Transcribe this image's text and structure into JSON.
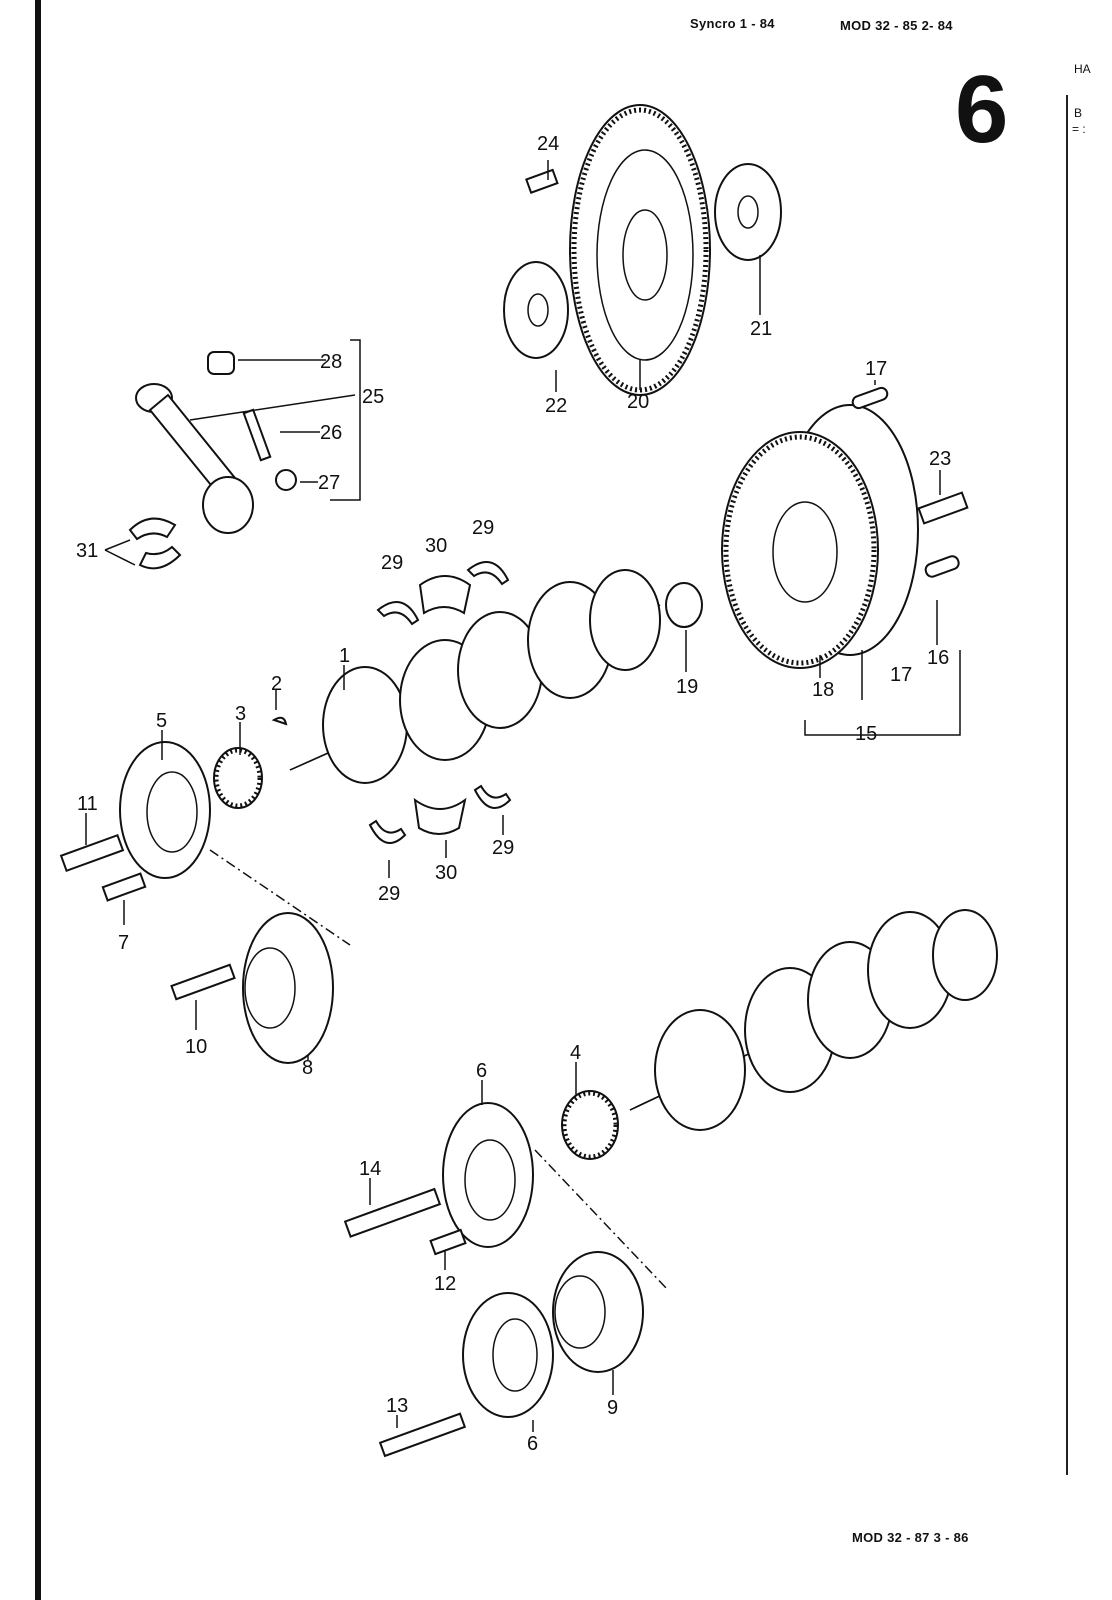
{
  "header": {
    "left": "Syncro   1 - 84",
    "right": "MOD 32 - 85   2- 84"
  },
  "section_number": "6",
  "edge_text": {
    "top": "HA",
    "second": "B",
    "third": "= :"
  },
  "footer": "MOD 32 - 87   3 - 86",
  "callouts": [
    "24",
    "21",
    "22",
    "20",
    "28",
    "25",
    "26",
    "27",
    "31",
    "17",
    "23",
    "29",
    "30",
    "29",
    "1",
    "2",
    "3",
    "5",
    "19",
    "18",
    "17",
    "16",
    "15",
    "11",
    "7",
    "29",
    "30",
    "29",
    "10",
    "8",
    "6",
    "4",
    "14",
    "12",
    "13",
    "6",
    "9"
  ]
}
